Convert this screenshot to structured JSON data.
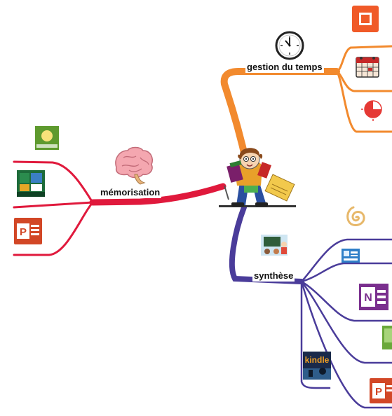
{
  "map": {
    "center": {
      "icon": "student-with-books-icon"
    },
    "branches": [
      {
        "label": "gestion du temps",
        "color": "#f28a2e",
        "icon": "wall-clock-icon",
        "sub_icons": [
          "orange-square-app-icon",
          "calendar-icon",
          "timer-icon"
        ]
      },
      {
        "label": "mémorisation",
        "color": "#e0193c",
        "icon": "brain-icon",
        "sub_icons": [
          "green-app-icon",
          "excel-icon",
          "powerpoint-icon"
        ]
      },
      {
        "label": "synthèse",
        "color": "#4a3c9a",
        "icon": "classroom-board-icon",
        "sub_icons": [
          "spiral-icon",
          "blue-app-icon",
          "onenote-icon",
          "green-app-icon",
          "kindle-icon",
          "powerpoint-icon"
        ]
      }
    ],
    "icon_texts": {
      "kindle": "kindle",
      "onenote": "N",
      "powerpoint": "P"
    }
  }
}
